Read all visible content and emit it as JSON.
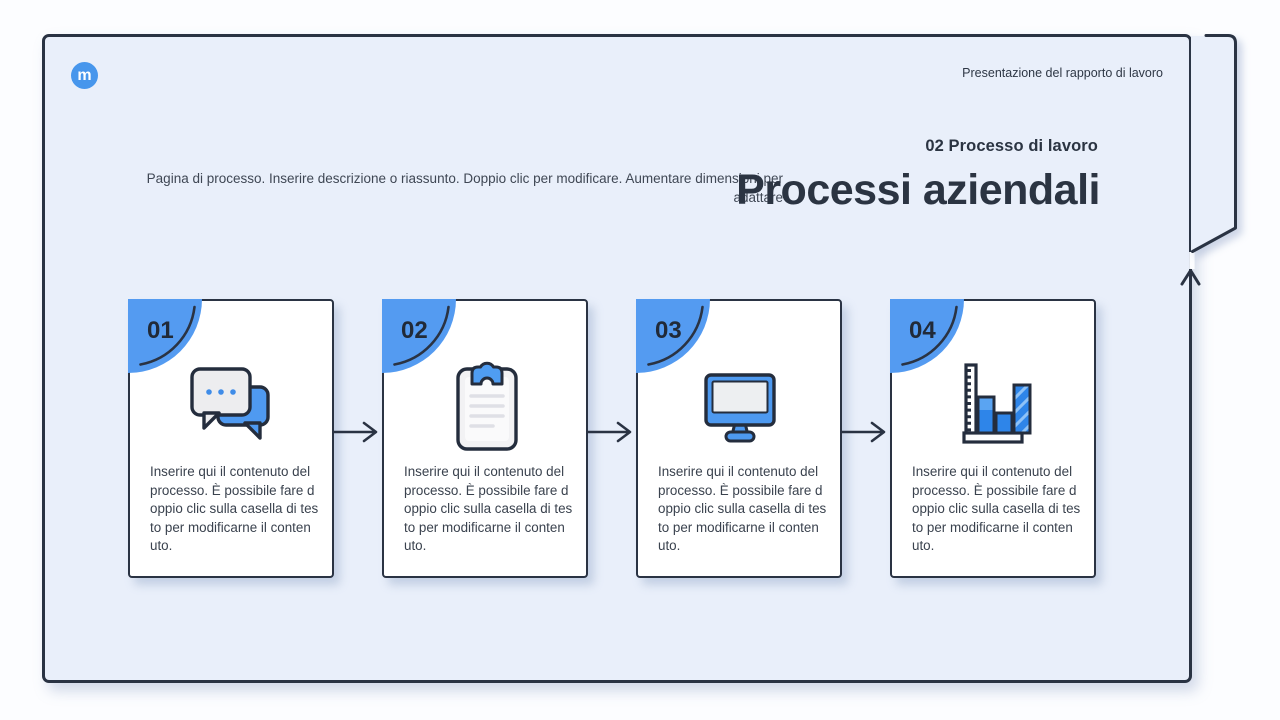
{
  "slide": {
    "brand_letter": "m",
    "header_label": "Presentazione del rapporto di lavoro",
    "kicker": "02 Processo di lavoro",
    "title": "Processi aziendali",
    "description": "Pagina di processo. Inserire descrizione o riassunto. Doppio clic per modificare. Aumentare dimensioni per\nadattare"
  },
  "cards": [
    {
      "number": "01",
      "icon": "chat-bubbles-icon",
      "body": "Inserire qui il contenuto del\nprocesso. È possibile fare d\noppio clic sulla casella di tes\nto per modificarne il conten\nuto."
    },
    {
      "number": "02",
      "icon": "clipboard-icon",
      "body": "Inserire qui il contenuto del\nprocesso. È possibile fare d\noppio clic sulla casella di tes\nto per modificarne il conten\nuto."
    },
    {
      "number": "03",
      "icon": "monitor-icon",
      "body": "Inserire qui il contenuto del\nprocesso. È possibile fare d\noppio clic sulla casella di tes\nto per modificarne il conten\nuto."
    },
    {
      "number": "04",
      "icon": "bar-chart-icon",
      "body": "Inserire qui il contenuto del\nprocesso. È possibile fare d\noppio clic sulla casella di tes\nto per modificarne il conten\nuto."
    }
  ],
  "colors": {
    "accent_blue": "#549bf1",
    "deep_blue": "#2e85e9",
    "outline_dark": "#2a3343",
    "slide_background": "#e9effa",
    "card_background": "#ffffff",
    "text_dark": "#2b3442",
    "text_body": "#3a424e"
  }
}
